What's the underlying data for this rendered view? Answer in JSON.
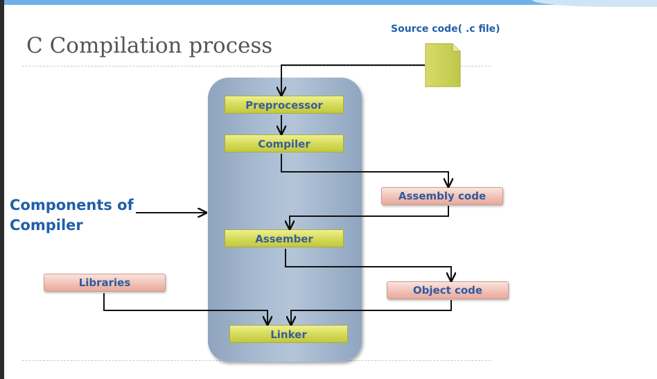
{
  "title": "C Compilation process",
  "source_label": "Source code( .c file)",
  "components_label": [
    "Components of",
    "Compiler"
  ],
  "stages": {
    "preprocessor": "Preprocessor",
    "compiler": "Compiler",
    "assembler": "Assember",
    "linker": "Linker"
  },
  "outputs": {
    "assembly_code": "Assembly code",
    "object_code": "Object code",
    "libraries": "Libraries"
  },
  "colors": {
    "accent_blue": "#1f5fa8",
    "stage_fill": "#d6dc5a",
    "output_fill": "#f0bfb3",
    "compiler_box": "#a9bcd2"
  }
}
